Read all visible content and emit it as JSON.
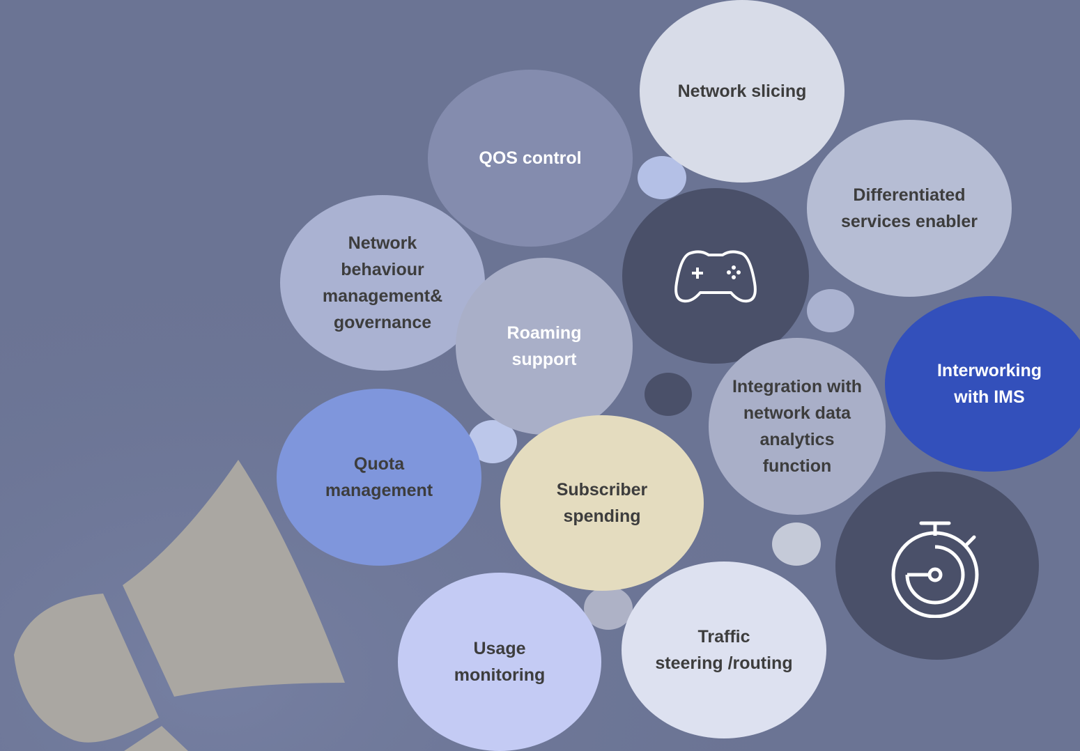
{
  "colors": {
    "background": "#6b7494",
    "megaphone": "#aaa7a2",
    "dark_bubble": "#4a5069",
    "accent_blue": "#3350bb"
  },
  "bubbles": {
    "network_slicing": "Network slicing",
    "qos_control": "QOS control",
    "differentiated_services": "Differentiated\nservices enabler",
    "network_behaviour": "Network\nbehaviour\nmanagement&\ngovernance",
    "roaming_support": "Roaming\nsupport",
    "integration_nwdaf": "Integration with\nnetwork data\nanalytics\nfunction",
    "interworking_ims": "Interworking\nwith IMS",
    "quota_management": "Quota\nmanagement",
    "subscriber_spending": "Subscriber\nspending",
    "traffic_steering": "Traffic\nsteering /routing",
    "usage_monitoring": "Usage\nmonitoring"
  },
  "icons": {
    "gamepad": "gamepad-icon",
    "stopwatch": "stopwatch-icon",
    "megaphone": "megaphone-icon"
  }
}
